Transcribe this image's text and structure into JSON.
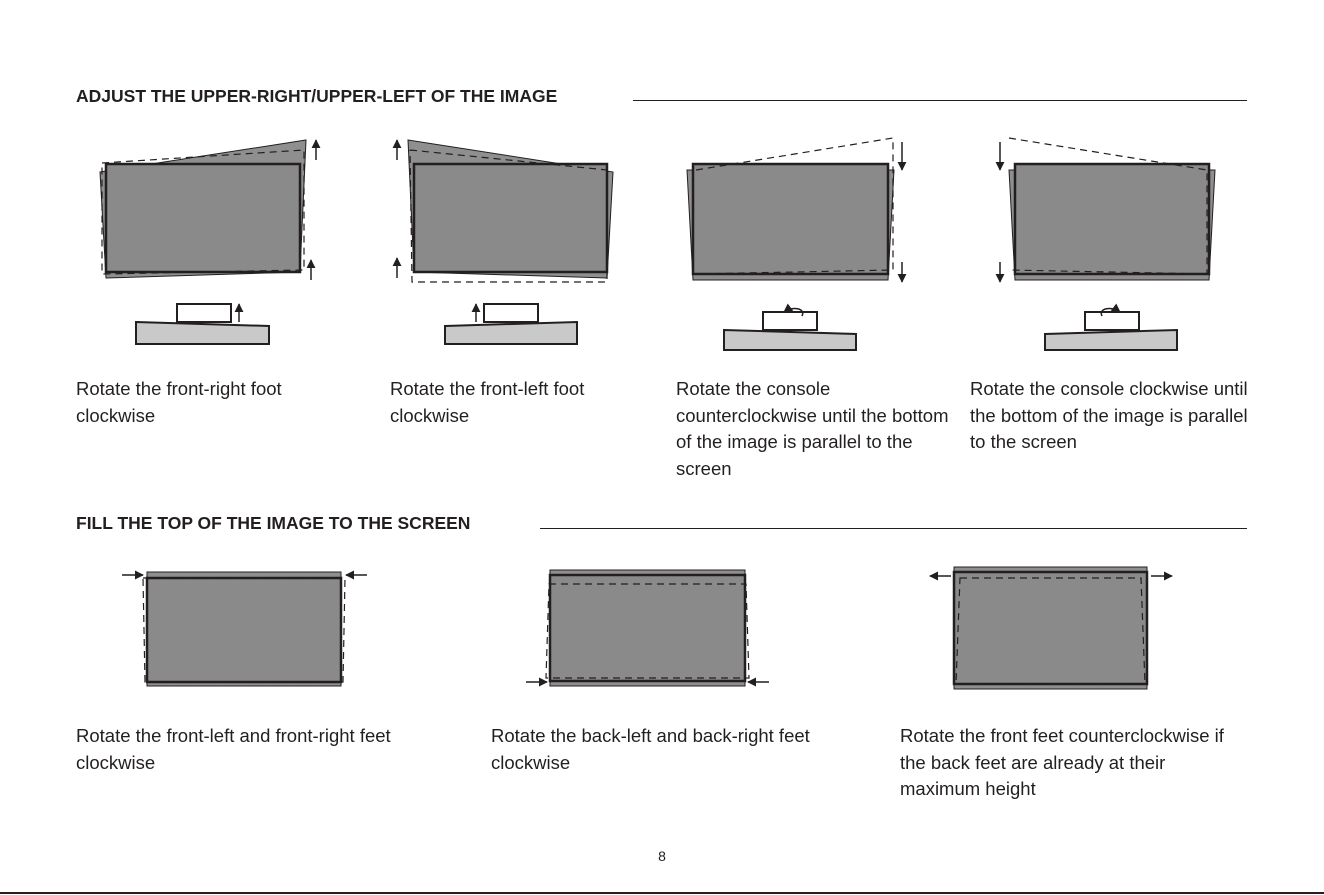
{
  "sections": {
    "adjust_upper": {
      "title": "ADJUST THE UPPER-RIGHT/UPPER-LEFT OF THE IMAGE",
      "steps": [
        {
          "caption": "Rotate the front-right foot clockwise"
        },
        {
          "caption": "Rotate the front-left foot clockwise"
        },
        {
          "caption": "Rotate the console counterclockwise until the bottom of the image is parallel to the screen"
        },
        {
          "caption": "Rotate the console clockwise until the bottom of the image is parallel to the screen"
        }
      ]
    },
    "fill_top": {
      "title": "FILL THE TOP OF THE IMAGE TO THE SCREEN",
      "steps": [
        {
          "caption": "Rotate the front-left and front-right feet clockwise"
        },
        {
          "caption": "Rotate the back-left and back-right feet clockwise"
        },
        {
          "caption": "Rotate the front feet counterclockwise if the back feet are already at their maximum height"
        }
      ]
    }
  },
  "page_number": "8",
  "colors": {
    "ink": "#231f20",
    "image_fill": "#8f8f8f",
    "screen_fill": "#8a8a8a",
    "stand_fill": "#c9c9c9"
  },
  "icons": [
    "arrow-up-icon",
    "arrow-down-icon",
    "arrow-left-icon",
    "arrow-right-icon",
    "rotate-counterclockwise-icon",
    "rotate-clockwise-icon"
  ]
}
